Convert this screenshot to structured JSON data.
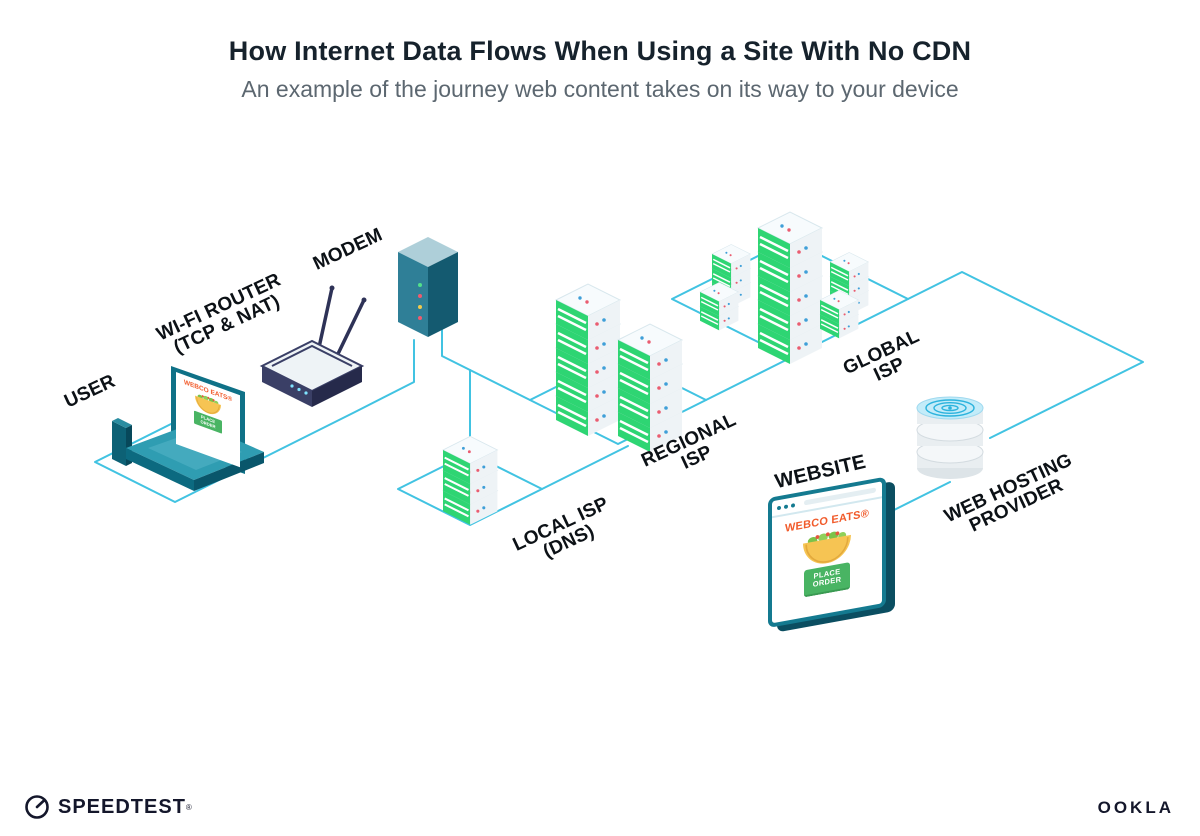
{
  "header": {
    "title": "How Internet Data Flows When Using a Site With No CDN",
    "subtitle": "An example of the journey web content takes on its way to your device"
  },
  "nodes": {
    "user": {
      "label": "USER"
    },
    "wifi_router": {
      "label_line1": "WI-FI ROUTER",
      "label_line2": "(TCP & NAT)"
    },
    "modem": {
      "label": "MODEM"
    },
    "local_isp": {
      "label_line1": "LOCAL ISP",
      "label_line2": "(DNS)"
    },
    "regional_isp": {
      "label_line1": "REGIONAL",
      "label_line2": "ISP"
    },
    "global_isp": {
      "label_line1": "GLOBAL",
      "label_line2": "ISP"
    },
    "website": {
      "label": "WEBSITE"
    },
    "web_hosting": {
      "label_line1": "WEB HOSTING",
      "label_line2": "PROVIDER"
    }
  },
  "website_window": {
    "brand": "WEBCO EATS®",
    "order_button_line1": "PLACE",
    "order_button_line2": "ORDER"
  },
  "user_screen": {
    "brand": "WEBCO EATS®",
    "order_badge_line1": "PLACE",
    "order_badge_line2": "ORDER"
  },
  "footer": {
    "speedtest": "SPEEDTEST",
    "speedtest_mark": "®",
    "ookla": "OOKLA"
  },
  "colors": {
    "connection_line": "#41c3e2",
    "server_green": "#2ed573",
    "brand_orange": "#f15b2b",
    "button_green": "#49b463",
    "laptop_teal": "#0f7187",
    "ink": "#14172b"
  }
}
